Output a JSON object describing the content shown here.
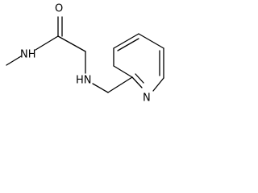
{
  "structure": {
    "atom_labels": {
      "carbonyl_oxygen": "O",
      "amide_nh": "NH",
      "amine_nh": "HN",
      "pyridine_n": "N"
    }
  }
}
